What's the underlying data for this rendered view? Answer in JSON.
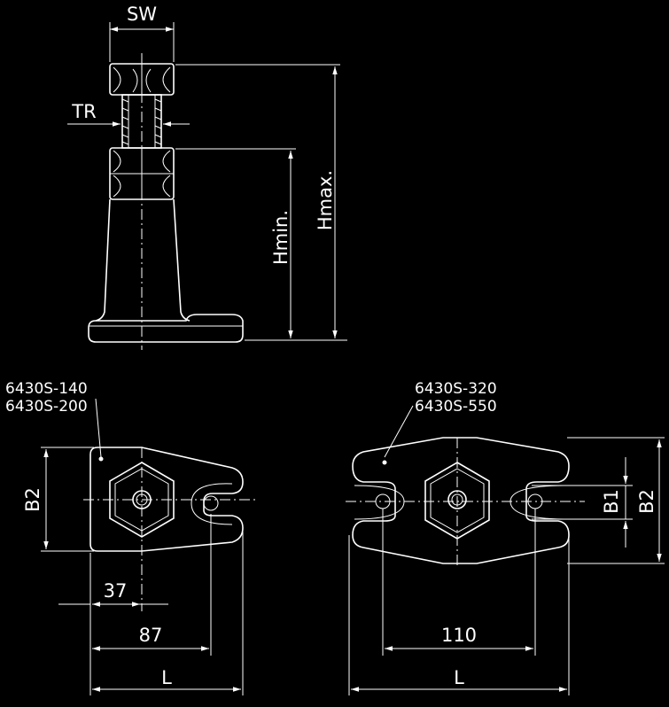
{
  "colors": {
    "background": "#000000",
    "lines": "#ffffff"
  },
  "side_view": {
    "labels": {
      "sw": "SW",
      "tr": "TR",
      "hmin": "Hmin.",
      "hmax": "Hmax."
    }
  },
  "plan_small": {
    "models": [
      "6430S-140",
      "6430S-200"
    ],
    "dims": {
      "b2": "B2",
      "d37": "37",
      "d87": "87",
      "l": "L"
    }
  },
  "plan_large": {
    "models": [
      "6430S-320",
      "6430S-550"
    ],
    "dims": {
      "b1": "B1",
      "b2": "B2",
      "d110": "110",
      "l": "L"
    }
  }
}
